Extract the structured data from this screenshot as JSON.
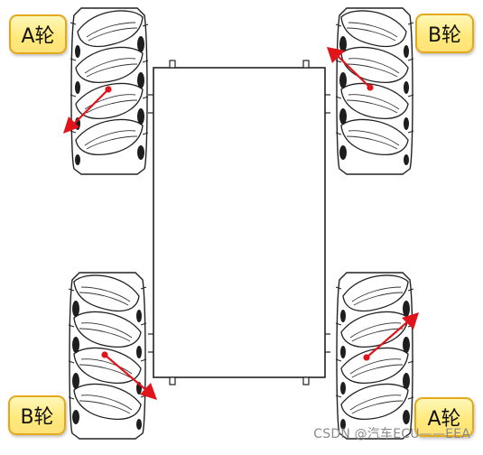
{
  "wheels": {
    "front_left": {
      "label": "A轮"
    },
    "front_right": {
      "label": "B轮"
    },
    "rear_left": {
      "label": "B轮"
    },
    "rear_right": {
      "label": "A轮"
    }
  },
  "arrow_color": "#e0141a",
  "label_border_color": "#e4a81c",
  "label_fill_color": "#ffe97a",
  "watermark": "CSDN @汽车ECU——EEA"
}
